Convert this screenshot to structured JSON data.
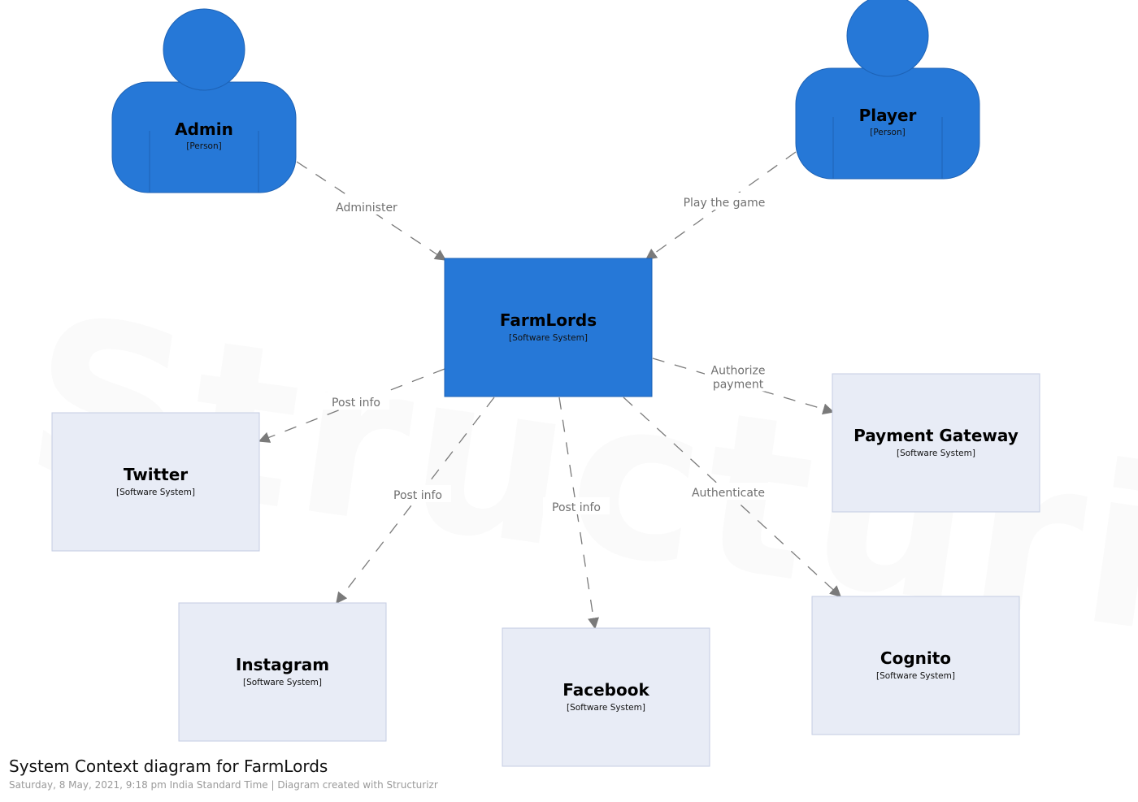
{
  "watermark": "Structurizr",
  "footer": {
    "title": "System Context diagram for FarmLords",
    "meta": "Saturday, 8 May, 2021, 9:18 pm India Standard Time | Diagram created with Structurizr"
  },
  "colors": {
    "primary": "#2678d7",
    "external": "#e8ecf6",
    "external_border": "#c4cde3",
    "edge": "#7a7a7a"
  },
  "people": [
    {
      "id": "admin",
      "name": "Admin",
      "type": "[Person]"
    },
    {
      "id": "player",
      "name": "Player",
      "type": "[Person]"
    }
  ],
  "systems": [
    {
      "id": "farmlords",
      "name": "FarmLords",
      "type": "[Software System]",
      "internal": true
    },
    {
      "id": "payment",
      "name": "Payment Gateway",
      "type": "[Software System]",
      "internal": false
    },
    {
      "id": "twitter",
      "name": "Twitter",
      "type": "[Software System]",
      "internal": false
    },
    {
      "id": "instagram",
      "name": "Instagram",
      "type": "[Software System]",
      "internal": false
    },
    {
      "id": "facebook",
      "name": "Facebook",
      "type": "[Software System]",
      "internal": false
    },
    {
      "id": "cognito",
      "name": "Cognito",
      "type": "[Software System]",
      "internal": false
    }
  ],
  "relationships": [
    {
      "from": "admin",
      "to": "farmlords",
      "label": [
        "Administer"
      ]
    },
    {
      "from": "player",
      "to": "farmlords",
      "label": [
        "Play the game"
      ]
    },
    {
      "from": "farmlords",
      "to": "payment",
      "label": [
        "Authorize",
        "payment"
      ]
    },
    {
      "from": "farmlords",
      "to": "twitter",
      "label": [
        "Post info"
      ]
    },
    {
      "from": "farmlords",
      "to": "instagram",
      "label": [
        "Post info"
      ]
    },
    {
      "from": "farmlords",
      "to": "facebook",
      "label": [
        "Post info"
      ]
    },
    {
      "from": "farmlords",
      "to": "cognito",
      "label": [
        "Authenticate"
      ]
    }
  ]
}
